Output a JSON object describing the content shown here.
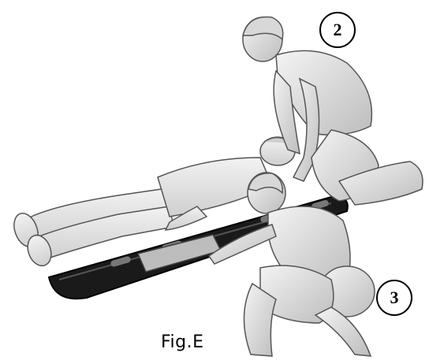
{
  "figure": {
    "label": "Fig.E",
    "callouts": [
      "2",
      "3"
    ]
  },
  "colors": {
    "figure_fill": "#e6e6e6",
    "figure_shade": "#c9c9c9",
    "outline": "#555555",
    "backboard": "#1a1a1a",
    "callout_border": "#000000"
  }
}
